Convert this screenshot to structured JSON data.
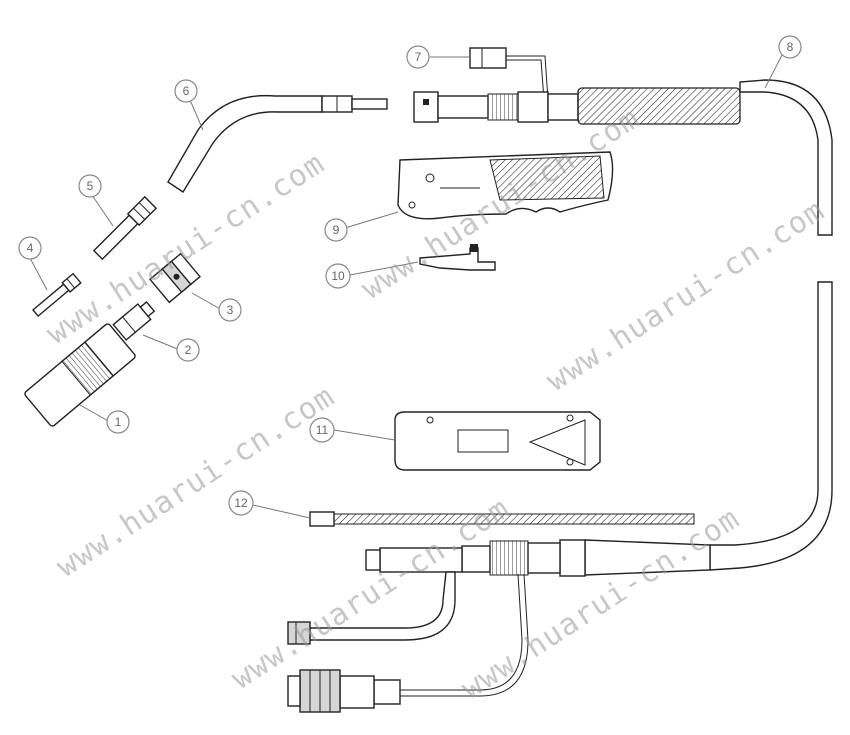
{
  "callouts": [
    "1",
    "2",
    "3",
    "4",
    "5",
    "6",
    "7",
    "8",
    "9",
    "10",
    "11",
    "12"
  ],
  "watermark": {
    "text": "www.huarui-cn.com",
    "color": "#9a9a9a"
  }
}
